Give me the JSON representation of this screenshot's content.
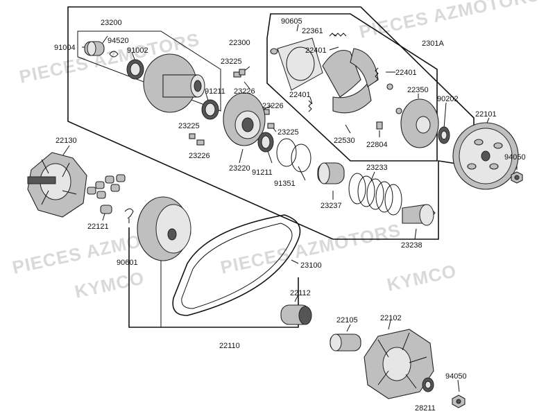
{
  "watermark": {
    "line1": "PIECES AZMOTORS",
    "line2": "KYMCO"
  },
  "parts": {
    "p23200": "23200",
    "p94520": "94520",
    "p91004": "91004",
    "p91002": "91002",
    "p23225a": "23225",
    "p23226a": "23226",
    "p91211a": "91211",
    "p23225b": "23225",
    "p23226b": "23226",
    "p23220": "23220",
    "p23226c": "23226",
    "p23225c": "23225",
    "p91211b": "91211",
    "p91351": "91351",
    "p22300": "22300",
    "p90605": "90605",
    "p22361": "22361",
    "p22401a": "22401",
    "p22401b": "22401",
    "p22401c": "22401",
    "p22350": "22350",
    "p22530": "22530",
    "p22804": "22804",
    "p2301A": "2301A",
    "p90202": "90202",
    "p22101": "22101",
    "p94050a": "94050",
    "p23233": "23233",
    "p23237": "23237",
    "p23238": "23238",
    "p22130": "22130",
    "p22121": "22121",
    "p90601": "90601",
    "p23100": "23100",
    "p22112": "22112",
    "p22110": "22110",
    "p22105": "22105",
    "p22102": "22102",
    "p94050b": "94050",
    "p28211": "28211"
  }
}
